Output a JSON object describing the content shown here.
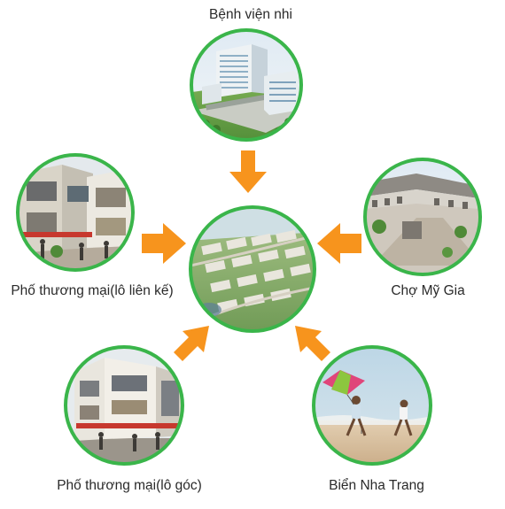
{
  "nodes": {
    "top": {
      "label": "Bệnh viện nhi",
      "image": "children-hospital-aerial"
    },
    "left": {
      "label": "Phố thương mại(lô liên kế)",
      "image": "terraced-shophouses-street"
    },
    "right": {
      "label": "Chợ Mỹ Gia",
      "image": "my-gia-market-plaza"
    },
    "bottom_left": {
      "label": "Phố thương mại(lô góc)",
      "image": "corner-shophouses-street"
    },
    "bottom_right": {
      "label": "Biển Nha Trang",
      "image": "nha-trang-beach-kite"
    },
    "center": {
      "image": "urban-area-aerial-masterplan"
    }
  },
  "colors": {
    "ring": "#3ab54a",
    "arrow": "#f7941d",
    "label_text": "#2a2a2a"
  }
}
